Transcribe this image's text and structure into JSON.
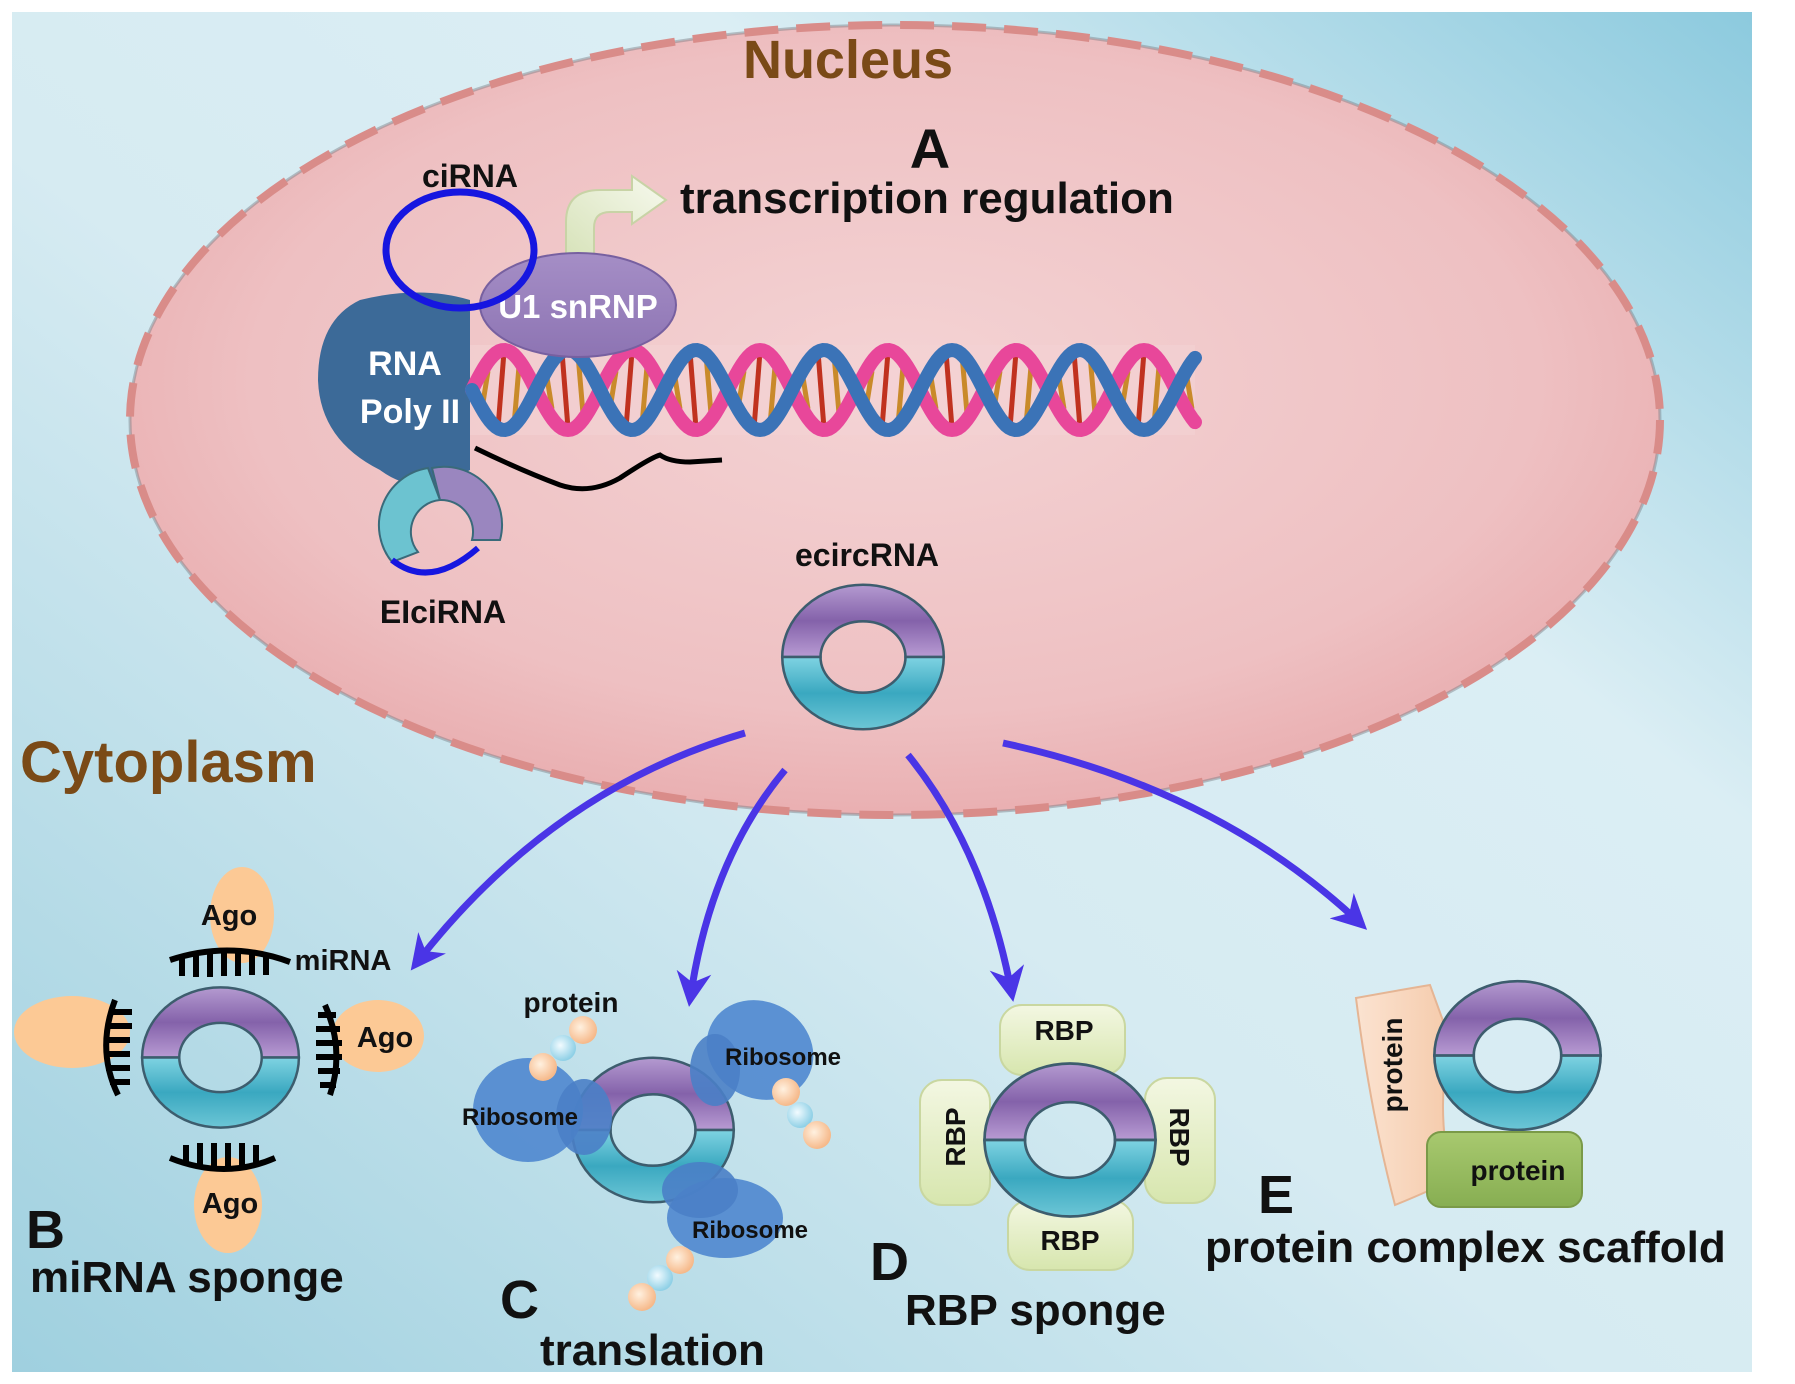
{
  "diagram": {
    "compartments": {
      "nucleus": "Nucleus",
      "cytoplasm": "Cytoplasm"
    },
    "panels": {
      "A": {
        "letter": "A",
        "caption": "transcription regulation"
      },
      "B": {
        "letter": "B",
        "caption": "miRNA sponge"
      },
      "C": {
        "letter": "C",
        "caption": "translation"
      },
      "D": {
        "letter": "D",
        "caption": "RBP sponge"
      },
      "E": {
        "letter": "E",
        "caption": "protein complex scaffold"
      }
    },
    "labels": {
      "ciRNA": "ciRNA",
      "u1_snrnp": "U1 snRNP",
      "rna_pol_line1": "RNA",
      "rna_pol_line2": "Poly II",
      "eiciRNA": "EIciRNA",
      "ecircRNA": "ecircRNA",
      "ago": "Ago",
      "mirna": "miRNA",
      "protein": "protein",
      "ribosome": "Ribosome",
      "rbp": "RBP"
    },
    "colors": {
      "background_light": "#dcedf3",
      "background_dark": "#8fc8da",
      "nucleus_fill": "#eec3c6",
      "nucleus_border": "#d88a88",
      "title_brown": "#7a4a17",
      "arrow_blue": "#4a35e6",
      "circ_purple": "#8c6cb0",
      "circ_teal": "#45b4c8",
      "cirna_blue": "#1616e0",
      "rna_pol": "#3c6d9a",
      "u1": "#9b85bd",
      "ago": "#fcc995",
      "rbp": "#e3eec5",
      "ribosome": "#4f87cf",
      "protein_green": "#97bc5f",
      "protein_peach": "#f8d5bc"
    }
  }
}
